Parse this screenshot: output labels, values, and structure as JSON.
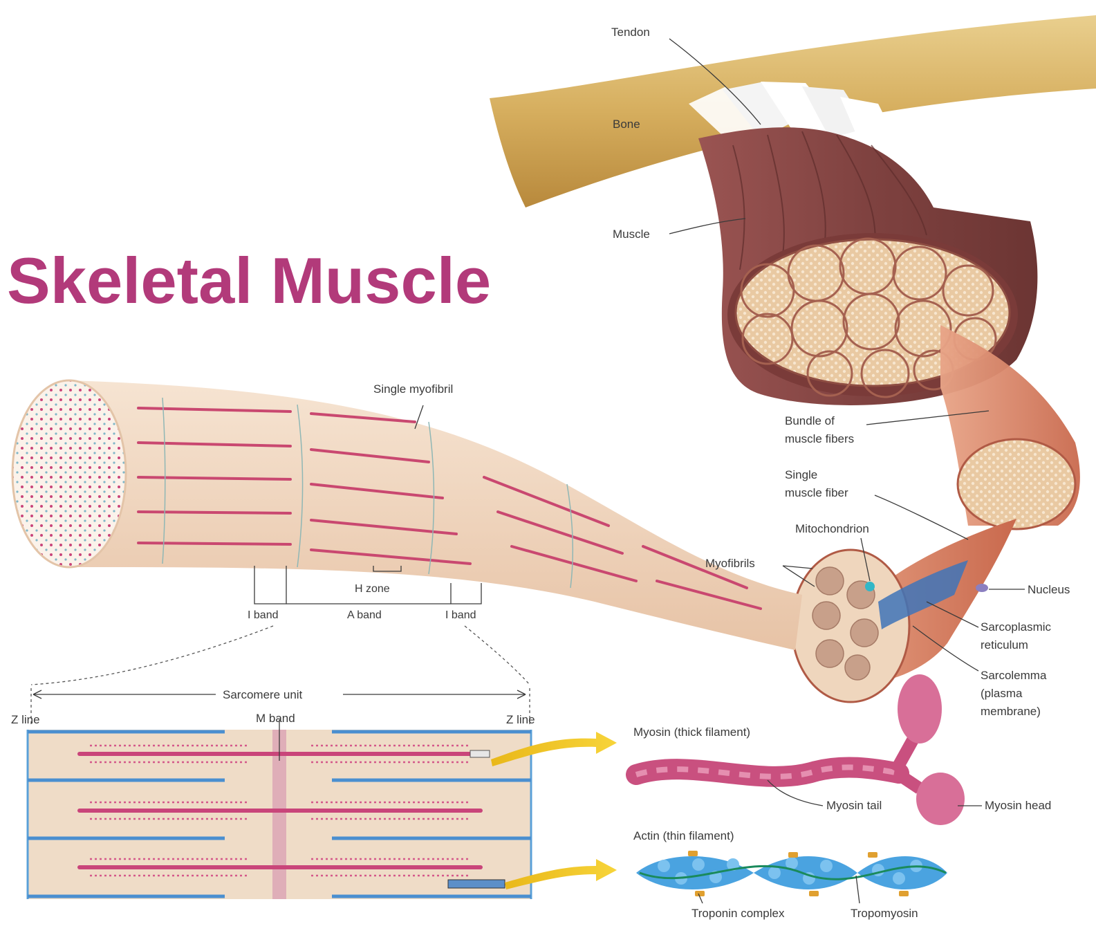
{
  "title": "Skeletal Muscle",
  "colors": {
    "title": "#b23a7a",
    "bone": "#d8b46a",
    "muscle": "#8a4a48",
    "fiber": "#d9876a",
    "myofibril": "#f3dcc8",
    "thick_filament": "#c9457a",
    "thin_filament": "#4a8fd0",
    "actin_bead": "#4aa3e0",
    "troponin": "#e0a030",
    "arrow": "#f2c61a"
  },
  "labels": {
    "tendon": "Tendon",
    "bone": "Bone",
    "muscle": "Muscle",
    "bundle_line1": "Bundle of",
    "bundle_line2": "muscle fibers",
    "single_fiber_line1": "Single",
    "single_fiber_line2": "muscle fiber",
    "mitochondrion": "Mitochondrion",
    "myofibrils": "Myofibrils",
    "nucleus": "Nucleus",
    "sr_line1": "Sarcoplasmic",
    "sr_line2": "reticulum",
    "sarcolemma_line1": "Sarcolemma",
    "sarcolemma_line2": "(plasma",
    "sarcolemma_line3": "membrane)",
    "single_myofibril": "Single myofibril",
    "h_zone": "H zone",
    "i_band_left": "I band",
    "a_band": "A band",
    "i_band_right": "I band",
    "sarcomere_unit": "Sarcomere unit",
    "z_line_left": "Z line",
    "m_band": "M band",
    "z_line_right": "Z line",
    "myosin": "Myosin (thick filament)",
    "myosin_tail": "Myosin tail",
    "myosin_head": "Myosin head",
    "actin": "Actin (thin filament)",
    "troponin_complex": "Troponin complex",
    "tropomyosin": "Tropomyosin"
  }
}
